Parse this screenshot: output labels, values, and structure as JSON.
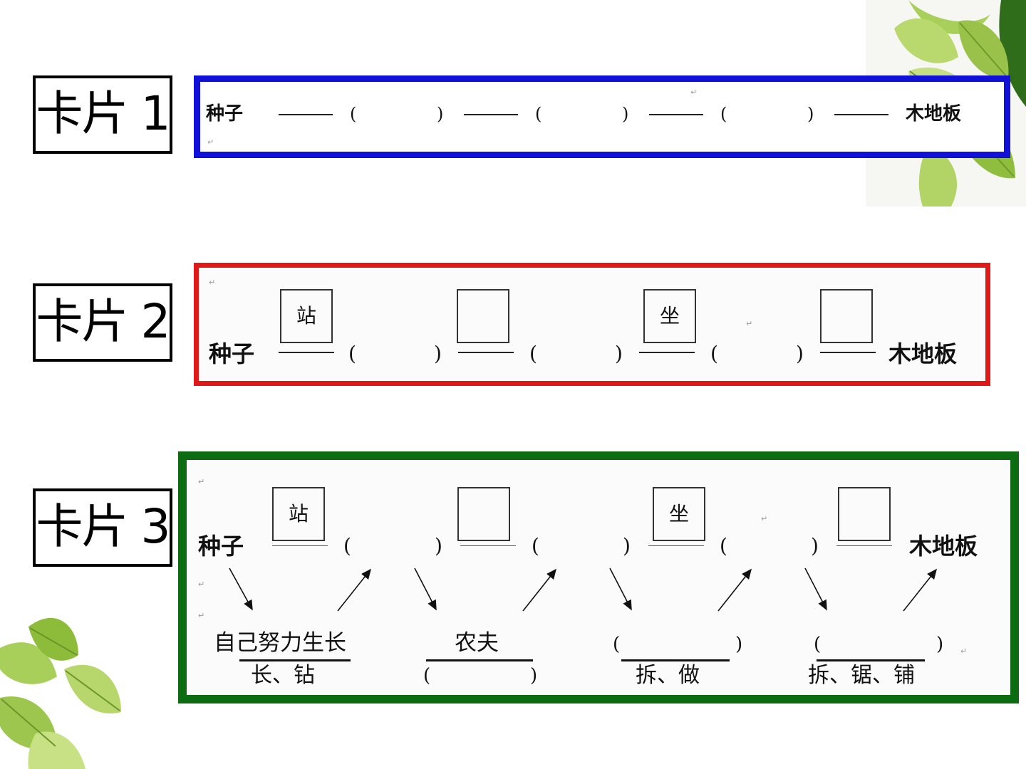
{
  "cards": [
    {
      "label": "卡片 1"
    },
    {
      "label": "卡片 2"
    },
    {
      "label": "卡片 3"
    }
  ],
  "chain": {
    "start": "种子",
    "end": "木地板",
    "dash": "——",
    "paren_open": "(",
    "paren_close": ")"
  },
  "boxes": {
    "b1": "站",
    "b2": "",
    "b3": "坐",
    "b4": ""
  },
  "bottom": {
    "g1_top": "自己努力生长",
    "g1_bottom": "长、钻",
    "g2_top": "农夫",
    "g2_bottom_open": "(",
    "g2_bottom_close": ")",
    "g3_open": "(",
    "g3_close": ")",
    "g3_bottom": "拆、做",
    "g4_open": "(",
    "g4_close": ")",
    "g4_bottom": "拆、锯、铺"
  },
  "colors": {
    "card1_border": "#1010d8",
    "card2_border": "#e01818",
    "card3_border": "#0d6b12"
  },
  "icons": [
    "leaf-decoration-top-right",
    "leaf-decoration-bottom-left",
    "arrow-down-right",
    "arrow-up-right"
  ]
}
